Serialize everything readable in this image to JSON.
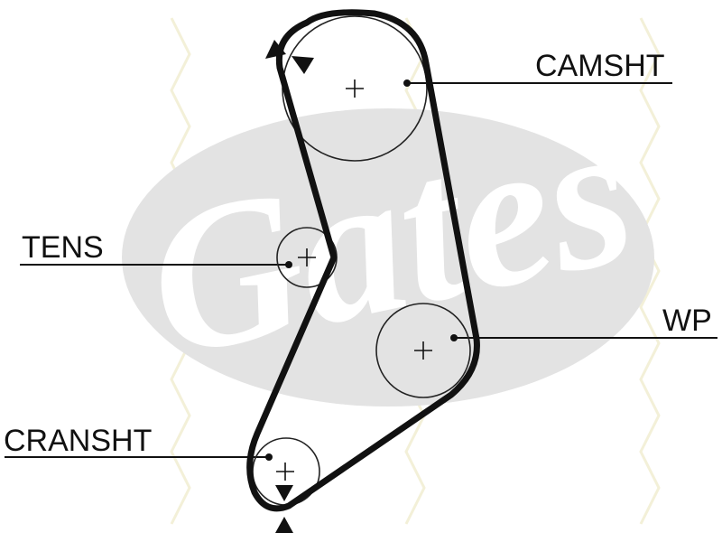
{
  "diagram": {
    "labels": {
      "camshaft": "CAMSHT",
      "tensioner": "TENS",
      "water_pump": "WP",
      "crankshaft": "CRANSHT"
    },
    "watermark_text": "Gates",
    "colors": {
      "belt": "#111111",
      "pulley": "#222222",
      "watermark": "#e3e3e3",
      "background_pattern": "#f3f0d8"
    },
    "icons": {
      "timing_marks": "triangle-marker-icon",
      "pulley_centers": "plus-icon"
    }
  }
}
